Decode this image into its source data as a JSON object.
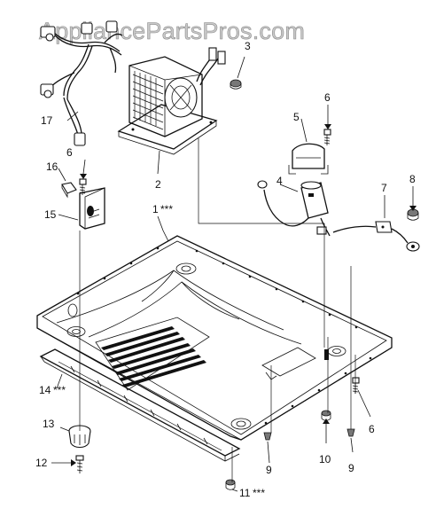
{
  "watermark": "AppliancePartsPros.com",
  "callouts": {
    "c1": "1",
    "c1_mark": "***",
    "c2": "2",
    "c3": "3",
    "c4": "4",
    "c5": "5",
    "c6a": "6",
    "c6b": "6",
    "c6c": "6",
    "c7": "7",
    "c8": "8",
    "c9a": "9",
    "c9b": "9",
    "c10": "10",
    "c11": "11",
    "c11_mark": "***",
    "c12": "12",
    "c13": "13",
    "c14": "14",
    "c14_mark": "***",
    "c15": "15",
    "c16": "16",
    "c17": "17"
  }
}
